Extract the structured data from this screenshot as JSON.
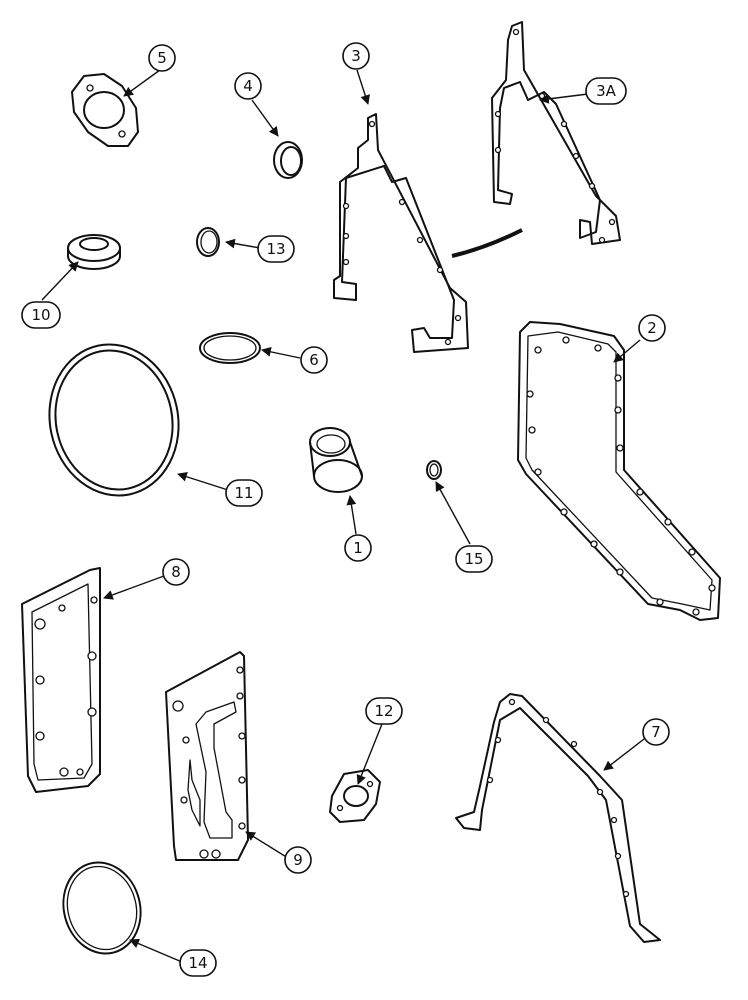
{
  "callouts": [
    {
      "id": "1",
      "label": "1"
    },
    {
      "id": "2",
      "label": "2"
    },
    {
      "id": "3",
      "label": "3"
    },
    {
      "id": "3A",
      "label": "3A"
    },
    {
      "id": "4",
      "label": "4"
    },
    {
      "id": "5",
      "label": "5"
    },
    {
      "id": "6",
      "label": "6"
    },
    {
      "id": "7",
      "label": "7"
    },
    {
      "id": "8",
      "label": "8"
    },
    {
      "id": "9",
      "label": "9"
    },
    {
      "id": "10",
      "label": "10"
    },
    {
      "id": "11",
      "label": "11"
    },
    {
      "id": "12",
      "label": "12"
    },
    {
      "id": "13",
      "label": "13"
    },
    {
      "id": "14",
      "label": "14"
    },
    {
      "id": "15",
      "label": "15"
    }
  ]
}
